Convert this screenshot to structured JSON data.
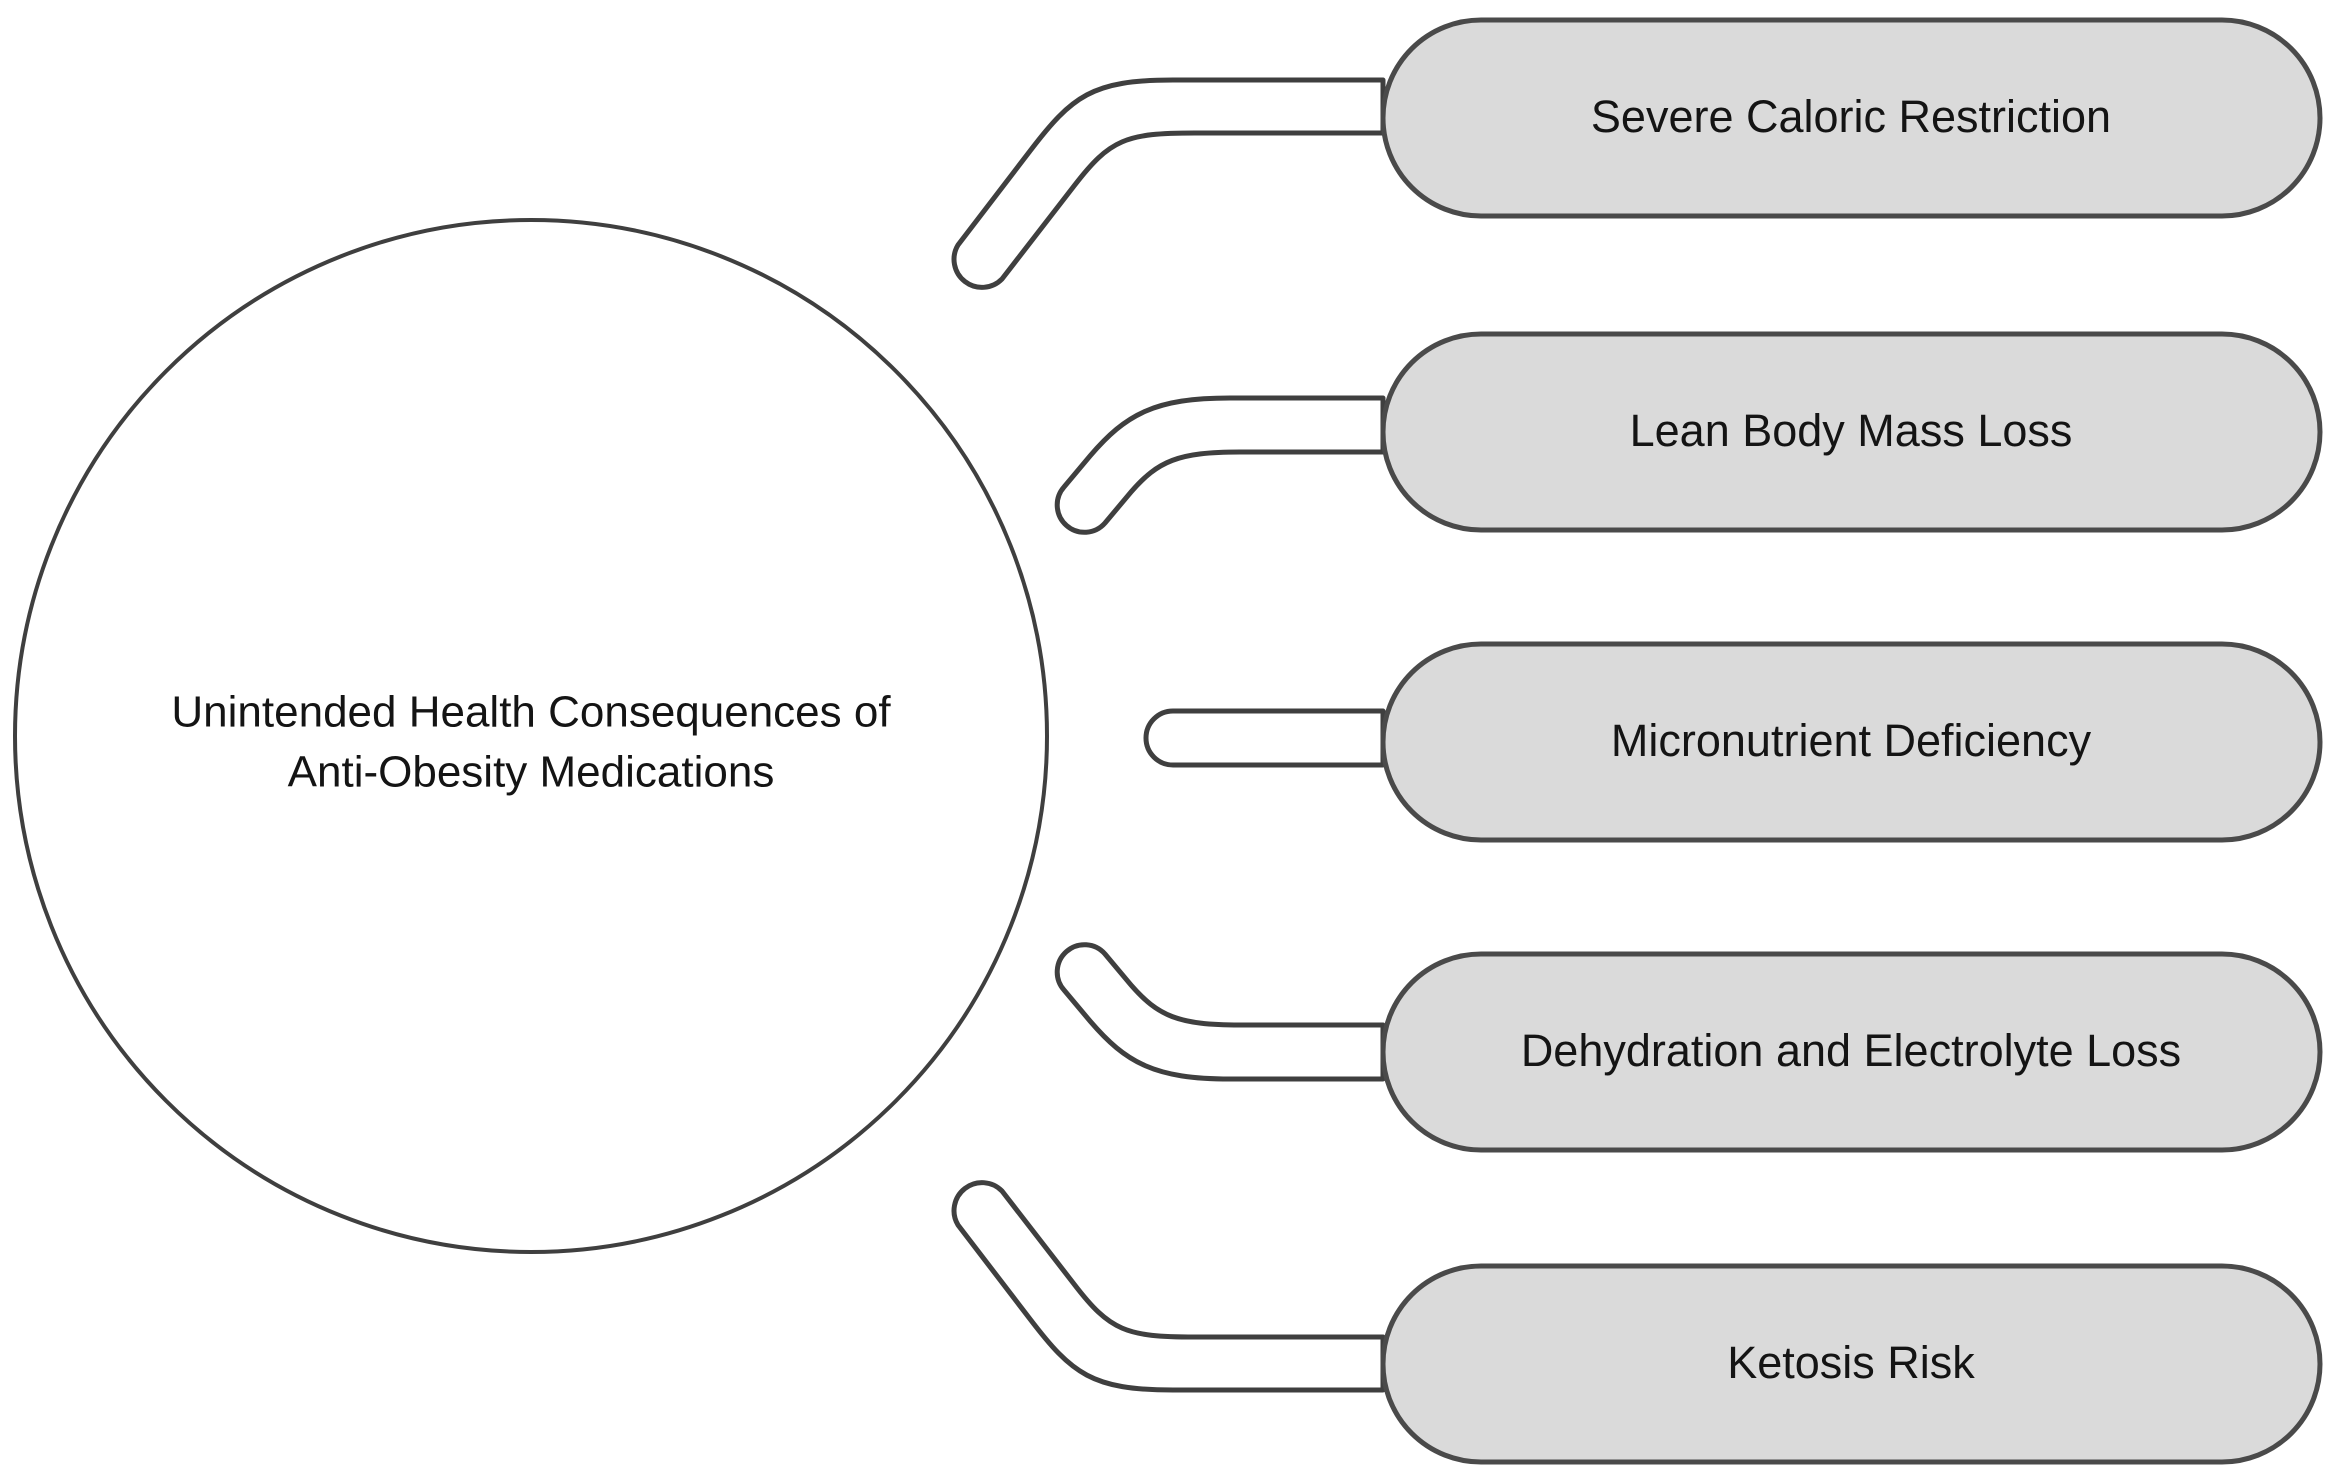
{
  "diagram": {
    "type": "mindmap",
    "root": {
      "label_line1": "Unintended Health Consequences of",
      "label_line2": "Anti-Obesity Medications",
      "shape": "circle",
      "fill_color": "#ffffff",
      "stroke_color": "#3f3f3f"
    },
    "branches": [
      {
        "label": "Severe Caloric Restriction",
        "shape": "stadium",
        "fill_color": "#dadada",
        "stroke_color": "#4a4a4a",
        "connector": "curve-up"
      },
      {
        "label": "Lean Body Mass Loss",
        "shape": "stadium",
        "fill_color": "#dadada",
        "stroke_color": "#4a4a4a",
        "connector": "curve-up-short"
      },
      {
        "label": "Micronutrient Deficiency",
        "shape": "stadium",
        "fill_color": "#dadada",
        "stroke_color": "#4a4a4a",
        "connector": "straight"
      },
      {
        "label": "Dehydration and Electrolyte Loss",
        "shape": "stadium",
        "fill_color": "#dadada",
        "stroke_color": "#4a4a4a",
        "connector": "curve-down-short"
      },
      {
        "label": "Ketosis Risk",
        "shape": "stadium",
        "fill_color": "#dadada",
        "stroke_color": "#4a4a4a",
        "connector": "curve-down"
      }
    ],
    "background_color": "#ffffff"
  }
}
